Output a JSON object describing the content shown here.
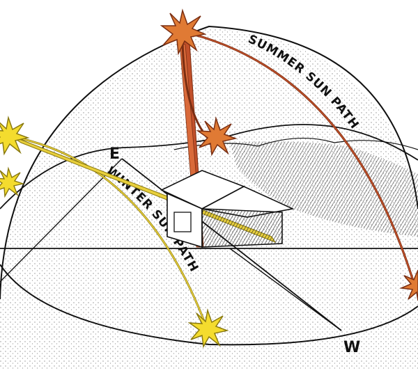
{
  "labels": {
    "summer_path": "SUMMER SUN PATH",
    "winter_path": "WINTER SUN PATH",
    "east": "E",
    "west": "W"
  },
  "colors": {
    "summer": "#c2502a",
    "summer_fill": "#e07a34",
    "winter": "#e8cf3c",
    "winter_fill": "#f4dc2e",
    "line": "#111111"
  },
  "icons": {
    "sun": "sun-icon",
    "house": "house-icon"
  }
}
